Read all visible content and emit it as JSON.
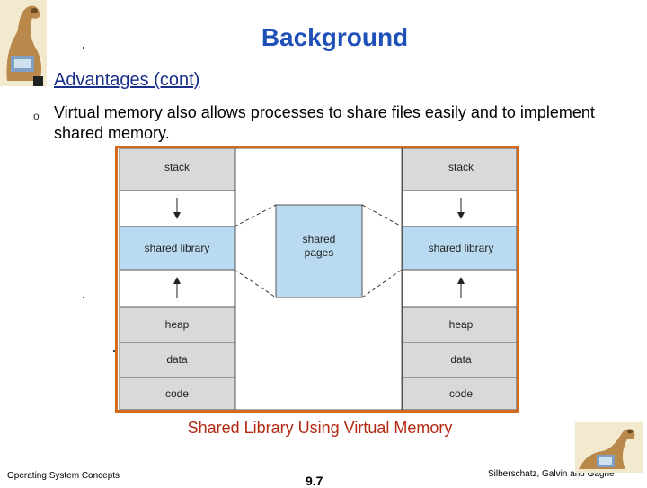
{
  "slide": {
    "title": "Background",
    "heading": "Advantages (cont)",
    "bullet_text": "Virtual memory also allows processes to share files easily and to implement shared memory.",
    "caption": "Shared Library Using Virtual Memory"
  },
  "diagram": {
    "left_process": [
      "stack",
      "",
      "shared library",
      "",
      "heap",
      "data",
      "code"
    ],
    "right_process": [
      "stack",
      "",
      "shared library",
      "",
      "heap",
      "data",
      "code"
    ],
    "shared_memory_label_line1": "shared",
    "shared_memory_label_line2": "pages"
  },
  "footer": {
    "left": "Operating System Concepts",
    "page_number": "9.7",
    "right": "Silberschatz, Galvin and Gagne"
  },
  "colors": {
    "title": "#1f4fb8",
    "heading": "#1a2f8a",
    "caption": "#b22a12",
    "diagram_border": "#d36a1c",
    "segment_gray": "#d9d9d9",
    "segment_blue": "#b9daf0"
  }
}
